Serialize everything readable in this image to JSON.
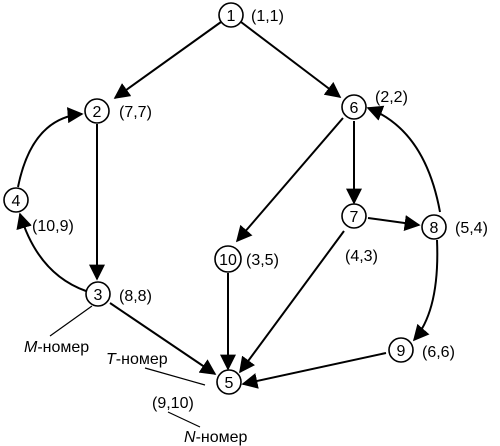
{
  "nodes": [
    {
      "id": "1",
      "pair": "(1,1)"
    },
    {
      "id": "2",
      "pair": "(7,7)"
    },
    {
      "id": "3",
      "pair": "(8,8)"
    },
    {
      "id": "4",
      "pair": "(10,9)"
    },
    {
      "id": "5",
      "pair": "(9,10)"
    },
    {
      "id": "6",
      "pair": "(2,2)"
    },
    {
      "id": "7",
      "pair": "(4,3)"
    },
    {
      "id": "8",
      "pair": "(5,4)"
    },
    {
      "id": "9",
      "pair": "(6,6)"
    },
    {
      "id": "10",
      "pair": "(3,5)"
    }
  ],
  "edges": [
    [
      "1",
      "2"
    ],
    [
      "1",
      "6"
    ],
    [
      "2",
      "3"
    ],
    [
      "3",
      "4"
    ],
    [
      "4",
      "2"
    ],
    [
      "3",
      "5"
    ],
    [
      "6",
      "10"
    ],
    [
      "6",
      "7"
    ],
    [
      "7",
      "8"
    ],
    [
      "8",
      "6"
    ],
    [
      "8",
      "9"
    ],
    [
      "9",
      "5"
    ],
    [
      "7",
      "5"
    ],
    [
      "10",
      "5"
    ]
  ],
  "annotations": {
    "m_prefix": "M",
    "m_suffix": "-номер",
    "t_prefix": "T",
    "t_suffix": "-номер",
    "n_prefix": "N",
    "n_suffix": "-номер"
  }
}
